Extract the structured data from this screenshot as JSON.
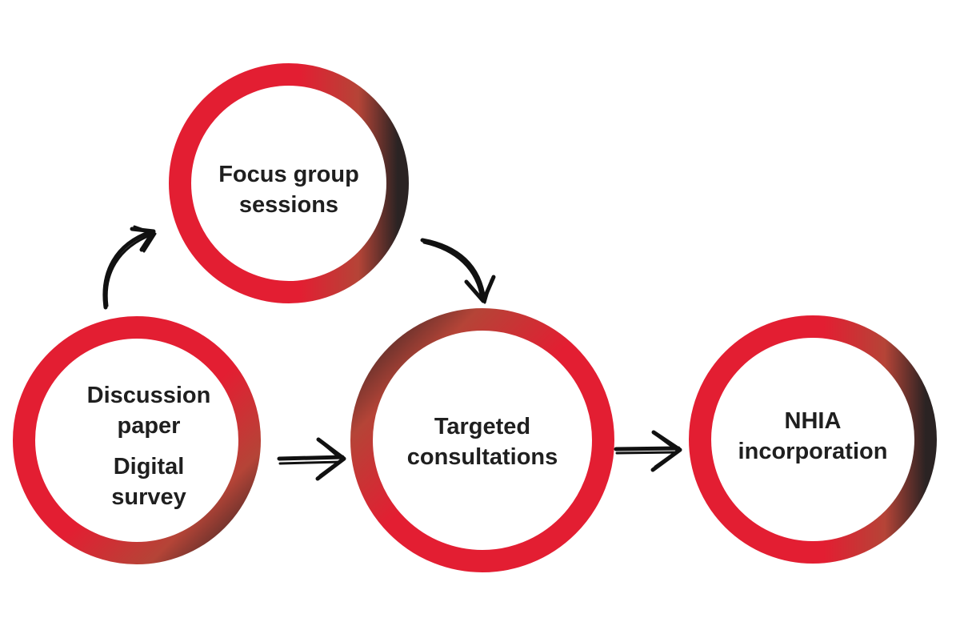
{
  "diagram": {
    "ring_colors": {
      "red": "#e31e32",
      "dark": "#2b2323"
    },
    "arrow_color": "#111111",
    "nodes": [
      {
        "id": "focus",
        "lines": [
          "Focus group",
          "sessions"
        ]
      },
      {
        "id": "discussion",
        "lines": [
          "Discussion",
          "paper"
        ],
        "extra_lines": [
          "Digital",
          "survey"
        ]
      },
      {
        "id": "targeted",
        "lines": [
          "Targeted",
          "consultations"
        ]
      },
      {
        "id": "nhia",
        "lines": [
          "NHIA",
          "incorporation"
        ]
      }
    ],
    "edges": [
      {
        "from": "discussion",
        "to": "focus"
      },
      {
        "from": "focus",
        "to": "targeted"
      },
      {
        "from": "discussion",
        "to": "targeted"
      },
      {
        "from": "targeted",
        "to": "nhia"
      }
    ]
  }
}
